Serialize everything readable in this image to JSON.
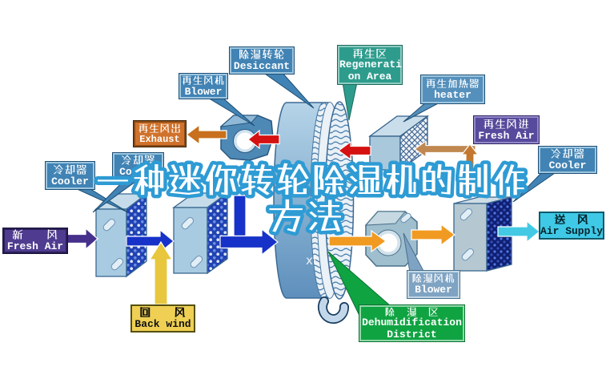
{
  "title": {
    "line1": "一种迷你转轮除湿机的制作",
    "line2": "方法"
  },
  "watermark": "xt",
  "labels": {
    "desiccant": {
      "zh": "除湿转轮",
      "en": "Desiccant"
    },
    "regen_blower": {
      "zh": "再生风机",
      "en": "Blower"
    },
    "regen_area": {
      "zh": "再生区",
      "en1": "Regenerati",
      "en2": "on Area"
    },
    "heater": {
      "zh": "再生加热器",
      "en": "heater"
    },
    "exhaust": {
      "zh": "再生风出",
      "en": "Exhaust"
    },
    "regen_fresh_air": {
      "zh": "再生风进",
      "en": "Fresh Air"
    },
    "cooler_right": {
      "zh": "冷却器",
      "en": "Cooler"
    },
    "cooler_mid": {
      "zh": "冷却器",
      "en": "Cooler"
    },
    "cooler_left": {
      "zh": "冷却器",
      "en": "Cooler"
    },
    "fresh_air": {
      "zh": "新　　风",
      "en": "Fresh Air"
    },
    "back_wind": {
      "zh": "回　　风",
      "en": "Back wind"
    },
    "dehum_blower": {
      "zh": "除湿风机",
      "en": "Blower"
    },
    "dehum_district": {
      "zh": "除　湿　区",
      "en1": "Dehumidification",
      "en2": "District"
    },
    "air_supply": {
      "zh": "送　风",
      "en": "Air Supply"
    }
  },
  "colors": {
    "label_blue": "#4183b4",
    "label_blue_light": "#9cc6e0",
    "label_blue_dark": "#1e4e74",
    "label_heater": "#5590bc",
    "label_grayblue": "#7fa3c2",
    "teal_green": "#2e9c8d",
    "green": "#10a342",
    "orange_box": "#d0722b",
    "purple_box": "#4f3c90",
    "purple_box2": "#564a9c",
    "yellow_box": "#efd054",
    "cyan_box": "#3fc9e6",
    "red_arrow": "#d51111",
    "orange_arrow": "#f09a22",
    "orange_arrow_dark": "#c8701e",
    "tan_arrow": "#c08850",
    "orange_up_arrow": "#c4772e",
    "blue_arrow": "#1632c8",
    "yellow_arrow": "#e8c73e",
    "purple_arrow": "#46308c",
    "cyan_arrow": "#44c9e4",
    "title_stroke": "#2e9bd4",
    "wheel_body": "#7fa9cc",
    "unit_front": "#a9cbe2",
    "mesh_blue": "#1c3aa6",
    "mesh_navy": "#0d1f78"
  }
}
